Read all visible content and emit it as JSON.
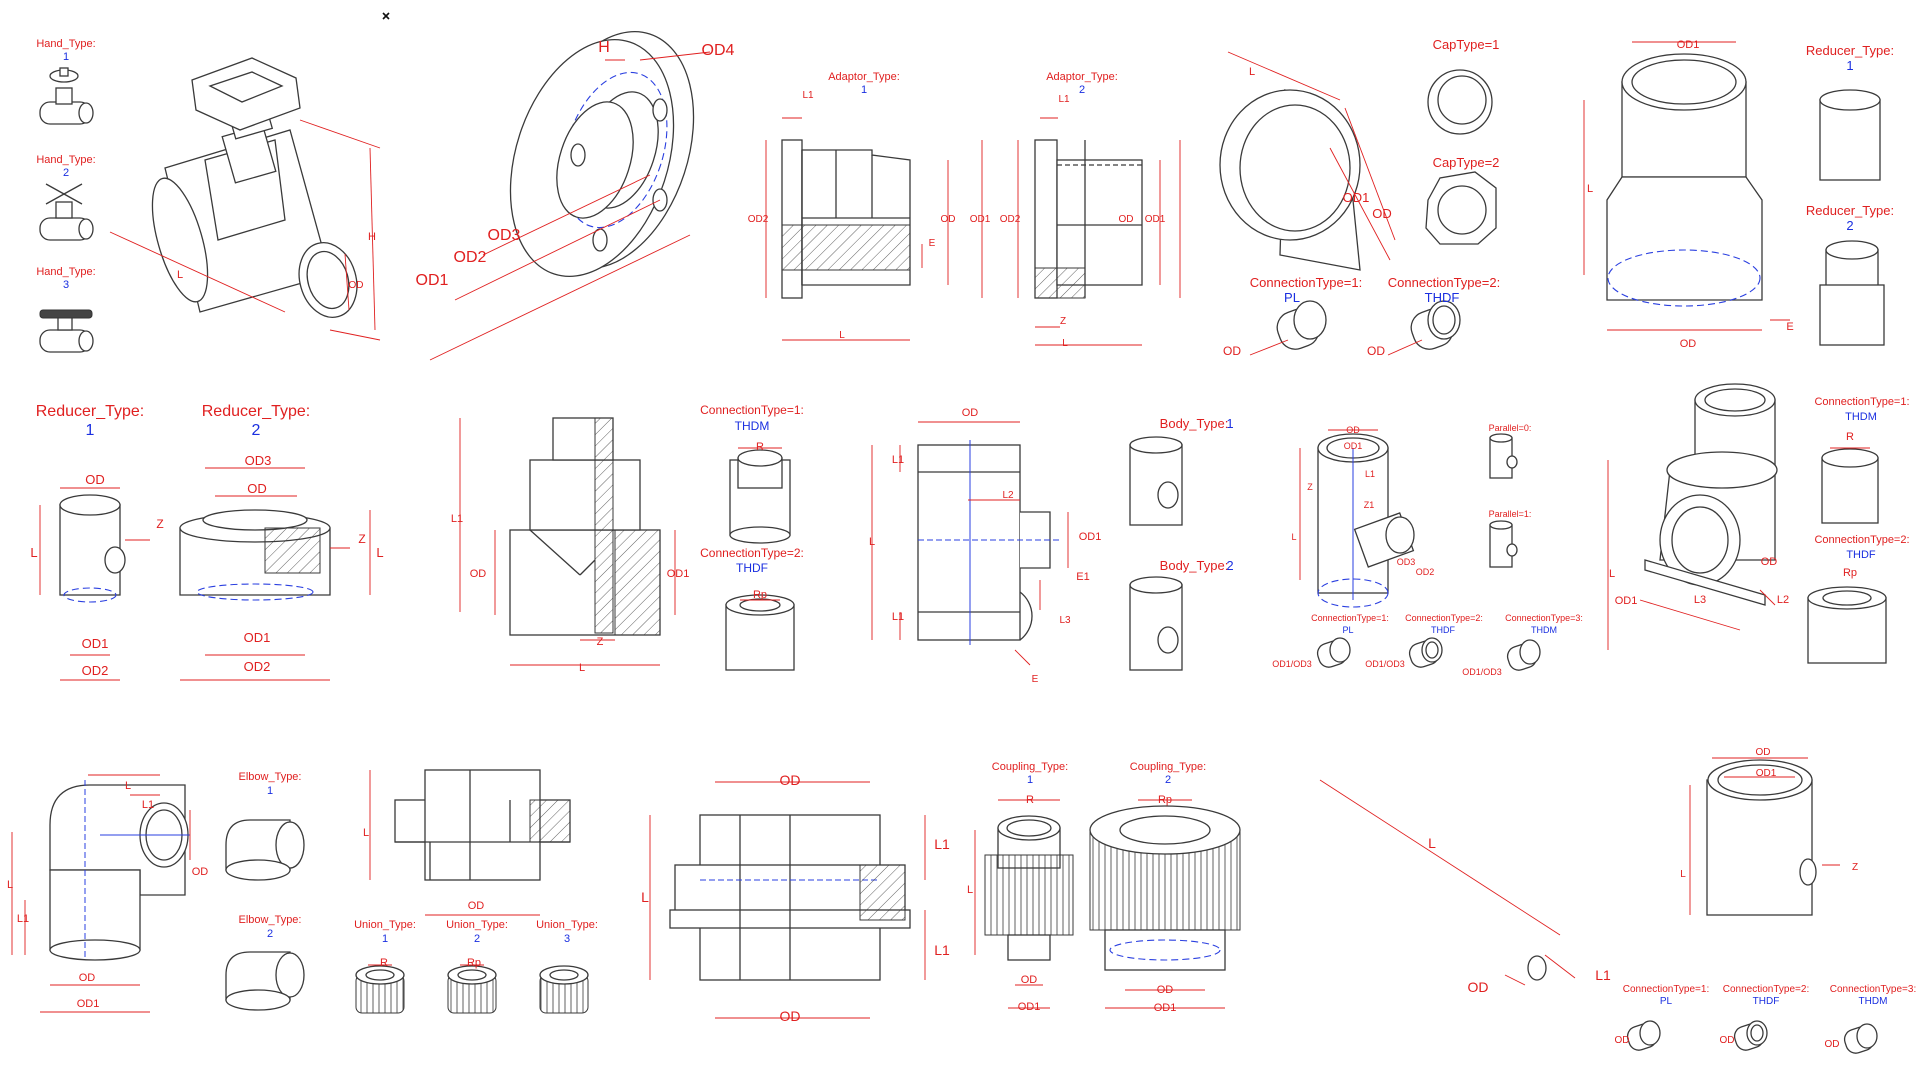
{
  "colors": {
    "dimension": "#e02020",
    "type_value": "#1a2fe0",
    "line": "#3a3a3a",
    "background": "#ffffff"
  },
  "icons": {
    "close": "close-icon"
  },
  "labels": [
    {
      "t": "Hand_Type:",
      "c": "red"
    },
    {
      "t": "1",
      "c": "blue"
    },
    {
      "t": "Hand_Type:",
      "c": "red"
    },
    {
      "t": "2",
      "c": "blue"
    },
    {
      "t": "Hand_Type:",
      "c": "red"
    },
    {
      "t": "3",
      "c": "blue"
    },
    {
      "t": "L",
      "c": "red"
    },
    {
      "t": "H",
      "c": "red"
    },
    {
      "t": "OD",
      "c": "red"
    },
    {
      "t": "H",
      "c": "red"
    },
    {
      "t": "OD4",
      "c": "red"
    },
    {
      "t": "OD3",
      "c": "red"
    },
    {
      "t": "OD2",
      "c": "red"
    },
    {
      "t": "OD1",
      "c": "red"
    },
    {
      "t": "Adaptor_Type:",
      "c": "red"
    },
    {
      "t": "1",
      "c": "blue"
    },
    {
      "t": "L1",
      "c": "red"
    },
    {
      "t": "OD2",
      "c": "red"
    },
    {
      "t": "OD",
      "c": "red"
    },
    {
      "t": "OD1",
      "c": "red"
    },
    {
      "t": "E",
      "c": "red"
    },
    {
      "t": "L",
      "c": "red"
    },
    {
      "t": "Adaptor_Type:",
      "c": "red"
    },
    {
      "t": "2",
      "c": "blue"
    },
    {
      "t": "L1",
      "c": "red"
    },
    {
      "t": "OD2",
      "c": "red"
    },
    {
      "t": "OD",
      "c": "red"
    },
    {
      "t": "OD1",
      "c": "red"
    },
    {
      "t": "Z",
      "c": "red"
    },
    {
      "t": "L",
      "c": "red"
    },
    {
      "t": "L",
      "c": "red"
    },
    {
      "t": "OD1",
      "c": "red"
    },
    {
      "t": "OD",
      "c": "red"
    },
    {
      "t": "CapType=1",
      "c": "red"
    },
    {
      "t": "CapType=2",
      "c": "red"
    },
    {
      "t": "ConnectionType=1:",
      "c": "red"
    },
    {
      "t": "PL",
      "c": "blue"
    },
    {
      "t": "OD",
      "c": "red"
    },
    {
      "t": "ConnectionType=2:",
      "c": "red"
    },
    {
      "t": "THDF",
      "c": "blue"
    },
    {
      "t": "OD",
      "c": "red"
    },
    {
      "t": "OD1",
      "c": "red"
    },
    {
      "t": "L",
      "c": "red"
    },
    {
      "t": "E",
      "c": "red"
    },
    {
      "t": "OD",
      "c": "red"
    },
    {
      "t": "Reducer_Type:",
      "c": "red"
    },
    {
      "t": "1",
      "c": "blue"
    },
    {
      "t": "Reducer_Type:",
      "c": "red"
    },
    {
      "t": "2",
      "c": "blue"
    },
    {
      "t": "Reducer_Type:",
      "c": "red"
    },
    {
      "t": "1",
      "c": "blue"
    },
    {
      "t": "OD",
      "c": "red"
    },
    {
      "t": "L",
      "c": "red"
    },
    {
      "t": "Z",
      "c": "red"
    },
    {
      "t": "OD1",
      "c": "red"
    },
    {
      "t": "OD2",
      "c": "red"
    },
    {
      "t": "Reducer_Type:",
      "c": "red"
    },
    {
      "t": "2",
      "c": "blue"
    },
    {
      "t": "OD3",
      "c": "red"
    },
    {
      "t": "OD",
      "c": "red"
    },
    {
      "t": "Z",
      "c": "red"
    },
    {
      "t": "L",
      "c": "red"
    },
    {
      "t": "OD1",
      "c": "red"
    },
    {
      "t": "OD2",
      "c": "red"
    },
    {
      "t": "L1",
      "c": "red"
    },
    {
      "t": "OD",
      "c": "red"
    },
    {
      "t": "OD1",
      "c": "red"
    },
    {
      "t": "Z",
      "c": "red"
    },
    {
      "t": "L",
      "c": "red"
    },
    {
      "t": "ConnectionType=1:",
      "c": "red"
    },
    {
      "t": "THDM",
      "c": "blue"
    },
    {
      "t": "R",
      "c": "red"
    },
    {
      "t": "ConnectionType=2:",
      "c": "red"
    },
    {
      "t": "THDF",
      "c": "blue"
    },
    {
      "t": "Rp",
      "c": "red"
    },
    {
      "t": "OD",
      "c": "red"
    },
    {
      "t": "L1",
      "c": "red"
    },
    {
      "t": "L",
      "c": "red"
    },
    {
      "t": "L2",
      "c": "red"
    },
    {
      "t": "OD1",
      "c": "red"
    },
    {
      "t": "E1",
      "c": "red"
    },
    {
      "t": "L1",
      "c": "red"
    },
    {
      "t": "L3",
      "c": "red"
    },
    {
      "t": "E",
      "c": "red"
    },
    {
      "t": "Body_Type:",
      "c": "red"
    },
    {
      "t": "1",
      "c": "blue"
    },
    {
      "t": "Body_Type:",
      "c": "red"
    },
    {
      "t": "2",
      "c": "blue"
    },
    {
      "t": "OD",
      "c": "red"
    },
    {
      "t": "OD1",
      "c": "red"
    },
    {
      "t": "L",
      "c": "red"
    },
    {
      "t": "Z",
      "c": "red"
    },
    {
      "t": "Z1",
      "c": "red"
    },
    {
      "t": "L1",
      "c": "red"
    },
    {
      "t": "OD3",
      "c": "red"
    },
    {
      "t": "OD2",
      "c": "red"
    },
    {
      "t": "Parallel=0:",
      "c": "red"
    },
    {
      "t": "Parallel=1:",
      "c": "red"
    },
    {
      "t": "ConnectionType=1:",
      "c": "red"
    },
    {
      "t": "PL",
      "c": "blue"
    },
    {
      "t": "OD1/OD3",
      "c": "red"
    },
    {
      "t": "ConnectionType=2:",
      "c": "red"
    },
    {
      "t": "THDF",
      "c": "blue"
    },
    {
      "t": "OD1/OD3",
      "c": "red"
    },
    {
      "t": "ConnectionType=3:",
      "c": "red"
    },
    {
      "t": "THDM",
      "c": "blue"
    },
    {
      "t": "OD1/OD3",
      "c": "red"
    },
    {
      "t": "L",
      "c": "red"
    },
    {
      "t": "OD",
      "c": "red"
    },
    {
      "t": "OD1",
      "c": "red"
    },
    {
      "t": "L3",
      "c": "red"
    },
    {
      "t": "L2",
      "c": "red"
    },
    {
      "t": "ConnectionType=1:",
      "c": "red"
    },
    {
      "t": "THDM",
      "c": "blue"
    },
    {
      "t": "R",
      "c": "red"
    },
    {
      "t": "ConnectionType=2:",
      "c": "red"
    },
    {
      "t": "THDF",
      "c": "blue"
    },
    {
      "t": "Rp",
      "c": "red"
    },
    {
      "t": "L",
      "c": "red"
    },
    {
      "t": "L1",
      "c": "red"
    },
    {
      "t": "L",
      "c": "red"
    },
    {
      "t": "L1",
      "c": "red"
    },
    {
      "t": "OD",
      "c": "red"
    },
    {
      "t": "OD",
      "c": "red"
    },
    {
      "t": "OD1",
      "c": "red"
    },
    {
      "t": "Elbow_Type:",
      "c": "red"
    },
    {
      "t": "1",
      "c": "blue"
    },
    {
      "t": "Elbow_Type:",
      "c": "red"
    },
    {
      "t": "2",
      "c": "blue"
    },
    {
      "t": "L",
      "c": "red"
    },
    {
      "t": "OD",
      "c": "red"
    },
    {
      "t": "Union_Type:",
      "c": "red"
    },
    {
      "t": "1",
      "c": "blue"
    },
    {
      "t": "R",
      "c": "red"
    },
    {
      "t": "Union_Type:",
      "c": "red"
    },
    {
      "t": "2",
      "c": "blue"
    },
    {
      "t": "Rp",
      "c": "red"
    },
    {
      "t": "Union_Type:",
      "c": "red"
    },
    {
      "t": "3",
      "c": "blue"
    },
    {
      "t": "OD",
      "c": "red"
    },
    {
      "t": "L",
      "c": "red"
    },
    {
      "t": "L1",
      "c": "red"
    },
    {
      "t": "L1",
      "c": "red"
    },
    {
      "t": "OD",
      "c": "red"
    },
    {
      "t": "Coupling_Type:",
      "c": "red"
    },
    {
      "t": "1",
      "c": "blue"
    },
    {
      "t": "R",
      "c": "red"
    },
    {
      "t": "L",
      "c": "red"
    },
    {
      "t": "OD",
      "c": "red"
    },
    {
      "t": "OD1",
      "c": "red"
    },
    {
      "t": "Coupling_Type:",
      "c": "red"
    },
    {
      "t": "2",
      "c": "blue"
    },
    {
      "t": "Rp",
      "c": "red"
    },
    {
      "t": "OD",
      "c": "red"
    },
    {
      "t": "OD1",
      "c": "red"
    },
    {
      "t": "L",
      "c": "red"
    },
    {
      "t": "OD",
      "c": "red"
    },
    {
      "t": "L1",
      "c": "red"
    },
    {
      "t": "OD",
      "c": "red"
    },
    {
      "t": "OD1",
      "c": "red"
    },
    {
      "t": "L",
      "c": "red"
    },
    {
      "t": "Z",
      "c": "red"
    },
    {
      "t": "ConnectionType=1:",
      "c": "red"
    },
    {
      "t": "PL",
      "c": "blue"
    },
    {
      "t": "OD",
      "c": "red"
    },
    {
      "t": "ConnectionType=2:",
      "c": "red"
    },
    {
      "t": "THDF",
      "c": "blue"
    },
    {
      "t": "OD",
      "c": "red"
    },
    {
      "t": "ConnectionType=3:",
      "c": "red"
    },
    {
      "t": "THDM",
      "c": "blue"
    },
    {
      "t": "OD",
      "c": "red"
    }
  ]
}
